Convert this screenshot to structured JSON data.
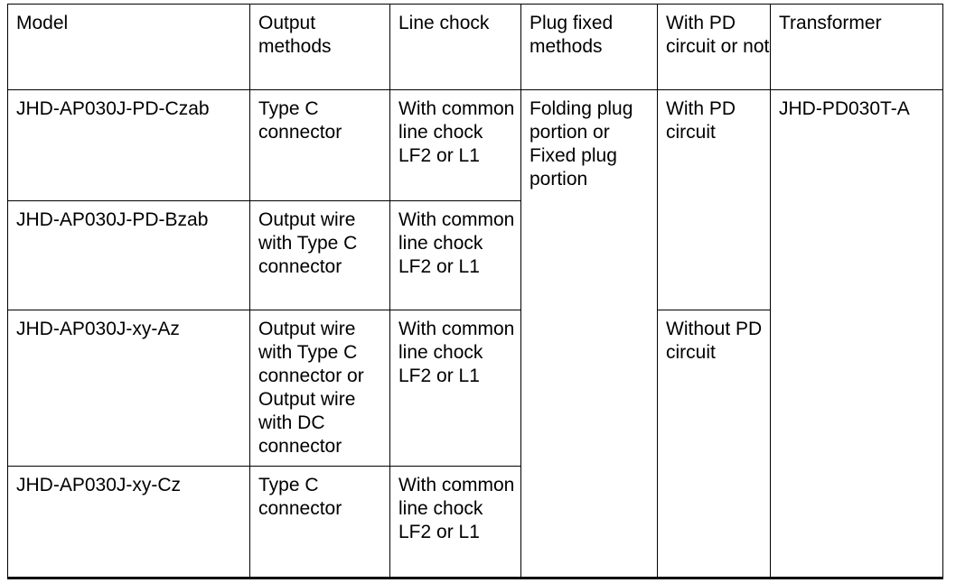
{
  "table": {
    "name": "power-adapter-model-specification-table",
    "columns": [
      "Model",
      "Output methods",
      "Line chock",
      "Plug fixed methods",
      "With PD circuit or not",
      "Transformer"
    ],
    "rows": [
      {
        "model": "JHD-AP030J-PD-Czab",
        "output_methods": "Type C connector",
        "line_chock": "With common line chock LF2 or L1"
      },
      {
        "model": "JHD-AP030J-PD-Bzab",
        "output_methods": "Output wire with Type C connector",
        "line_chock": "With common line chock LF2 or L1"
      },
      {
        "model": "JHD-AP030J-xy-Az",
        "output_methods": "Output wire with Type C connector or Output wire with DC connector",
        "line_chock": "With common line chock LF2 or L1"
      },
      {
        "model": "JHD-AP030J-xy-Cz",
        "output_methods": "Type C connector",
        "line_chock": "With common line chock LF2 or L1"
      }
    ],
    "merged": {
      "plug_fixed_methods": "Folding plug portion or Fixed plug portion",
      "pd_circuit_top": "With PD circuit",
      "pd_circuit_bottom": "Without PD circuit",
      "transformer": "JHD-PD030T-A"
    }
  },
  "colors": {
    "border": "#000000",
    "text": "#000000",
    "background": "#ffffff"
  }
}
